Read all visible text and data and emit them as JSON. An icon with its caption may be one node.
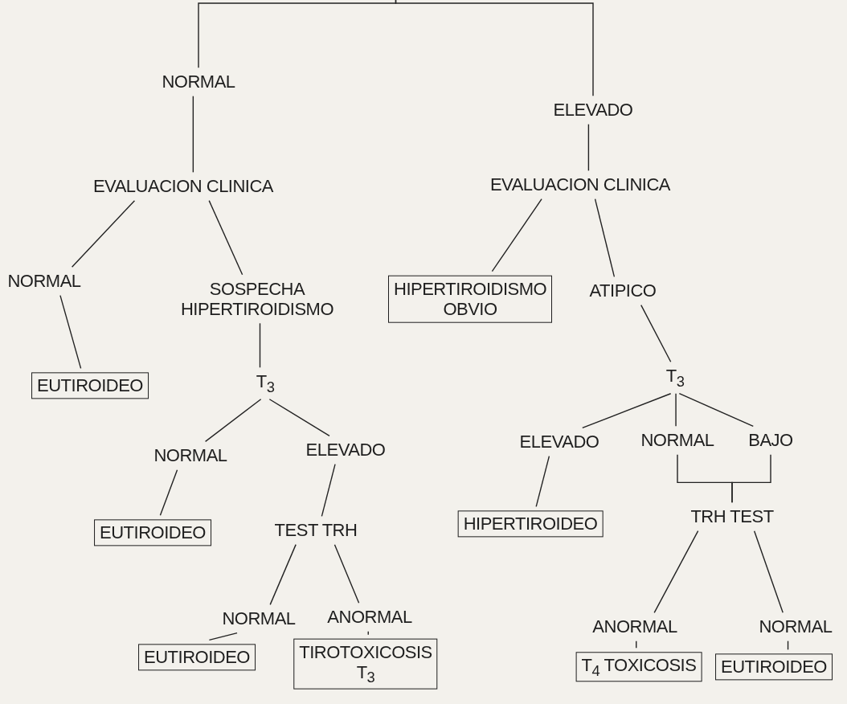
{
  "diagram": {
    "nodes": [
      {
        "text": [
          "NORMAL"
        ]
      },
      {
        "text": [
          "ELEVADO"
        ]
      },
      {
        "text": [
          "EVALUACION CLINICA"
        ]
      },
      {
        "text": [
          "EVALUACION CLINICA"
        ]
      },
      {
        "text": [
          "NORMAL"
        ]
      },
      {
        "text": [
          "SOSPECHA HIPERTIROIDISMO"
        ]
      },
      {
        "text": [
          "HIPERTIROIDISMO OBVIO"
        ]
      },
      {
        "text": [
          "ATIPICO"
        ]
      },
      {
        "text": [
          "EUTIROIDEO"
        ]
      },
      {
        "text": [
          "T$_{3}$"
        ]
      },
      {
        "text": [
          "T$_{3}$"
        ]
      },
      {
        "text": [
          "NORMAL"
        ]
      },
      {
        "text": [
          "ELEVADO"
        ]
      },
      {
        "text": [
          "ELEVADO"
        ]
      },
      {
        "text": [
          "NORMAL"
        ]
      },
      {
        "text": [
          "BAJO"
        ]
      },
      {
        "text": [
          "EUTIROIDEO"
        ]
      },
      {
        "text": [
          "TEST TRH"
        ]
      },
      {
        "text": [
          "HIPERTIROIDEO"
        ]
      },
      {
        "text": [
          "TRH TEST"
        ]
      },
      {
        "text": [
          "NORMAL"
        ]
      },
      {
        "text": [
          "ANORMAL"
        ]
      },
      {
        "text": [
          "ANORMAL"
        ]
      },
      {
        "text": [
          "NORMAL"
        ]
      },
      {
        "text": [
          "EUTIROIDEO"
        ]
      },
      {
        "text": [
          "TIROTOXICOSIS",
          "T$_{3}$"
        ]
      },
      {
        "text": [
          "T$_{4}$ TOXICOSIS"
        ]
      },
      {
        "text": [
          "EUTIROIDEO"
        ]
      }
    ],
    "edges": [
      {
        "from": null,
        "to": 0,
        "arrow": "none"
      },
      {
        "from": null,
        "to": 1,
        "arrow": "none"
      },
      {
        "from": 0,
        "to": 2,
        "arrow": "none"
      },
      {
        "from": 1,
        "to": 3,
        "arrow": "none"
      },
      {
        "from": 2,
        "to": 4,
        "arrow": "none"
      },
      {
        "from": 2,
        "to": 5,
        "arrow": "none"
      },
      {
        "from": 3,
        "to": 6,
        "arrow": "none"
      },
      {
        "from": 3,
        "to": 7,
        "arrow": "none"
      },
      {
        "from": 4,
        "to": 8,
        "arrow": "none"
      },
      {
        "from": 5,
        "to": 9,
        "arrow": "none"
      },
      {
        "from": 7,
        "to": 10,
        "arrow": "none"
      },
      {
        "from": 9,
        "to": 11,
        "arrow": "none"
      },
      {
        "from": 9,
        "to": 12,
        "arrow": "none"
      },
      {
        "from": 10,
        "to": 13,
        "arrow": "none"
      },
      {
        "from": 10,
        "to": 14,
        "arrow": "none"
      },
      {
        "from": 10,
        "to": 15,
        "arrow": "none"
      },
      {
        "from": 11,
        "to": 16,
        "arrow": "none"
      },
      {
        "from": 12,
        "to": 17,
        "arrow": "none"
      },
      {
        "from": 13,
        "to": 18,
        "arrow": "none"
      },
      {
        "from": 14,
        "to": 19,
        "arrow": "none"
      },
      {
        "from": 15,
        "to": 19,
        "arrow": "none"
      },
      {
        "from": 17,
        "to": 20,
        "arrow": "none"
      },
      {
        "from": 17,
        "to": 21,
        "arrow": "none"
      },
      {
        "from": 19,
        "to": 22,
        "arrow": "none"
      },
      {
        "from": 19,
        "to": 23,
        "arrow": "none"
      },
      {
        "from": 20,
        "to": 24,
        "arrow": "none"
      },
      {
        "from": 21,
        "to": 25,
        "arrow": "none"
      },
      {
        "from": 22,
        "to": 26,
        "arrow": "none"
      },
      {
        "from": 23,
        "to": 27,
        "arrow": "none"
      }
    ]
  }
}
